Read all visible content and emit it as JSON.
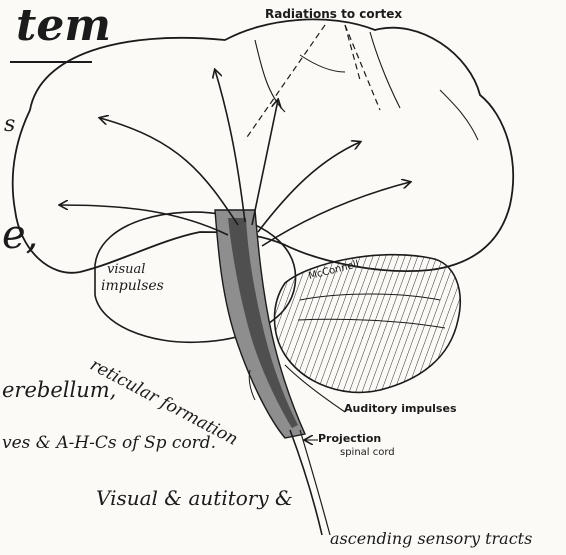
{
  "heading_fragment": "tem",
  "left_margin_fragments": {
    "line1": "s",
    "line2": "e,"
  },
  "labels": {
    "radiations": "Radiations to cortex",
    "visual_impulses_1": "visual",
    "visual_impulses_2": "impulses",
    "mcconnell": "McConnell",
    "reticular_formation": "reticular formation",
    "auditory_impulses": "Auditory impulses",
    "projection": "Projection",
    "spinal_cord": "spinal cord",
    "ascending_tracts": "ascending sensory tracts"
  },
  "notes": {
    "cerebellum": "erebellum,",
    "nerves": "ves & A-H-Cs of Sp cord.",
    "visual_auditory": "Visual & autitory &"
  },
  "colors": {
    "ink": "#1b1b1b",
    "paper": "#fbfaf6",
    "formation": "#555555"
  }
}
